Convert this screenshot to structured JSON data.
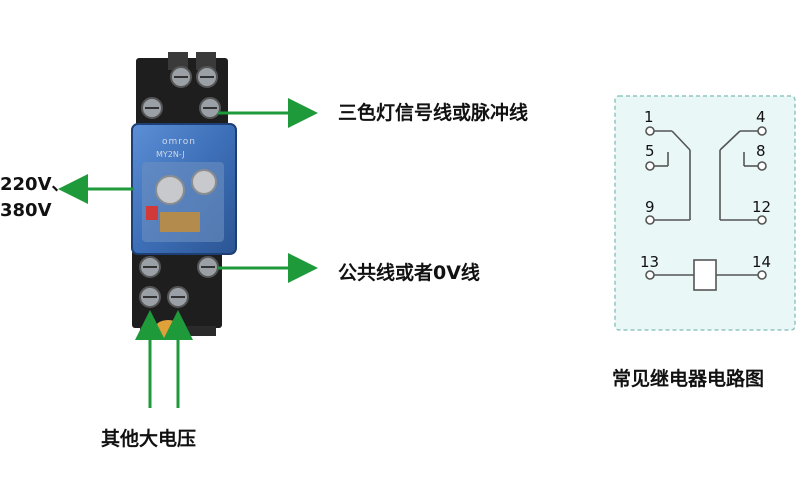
{
  "labels": {
    "signal_line": "三色灯信号线或脉冲线",
    "common_line": "公共线或者0V线",
    "other_voltage": "其他大电压",
    "supply_voltage_1": "220V、",
    "supply_voltage_2": "380V",
    "circuit_caption": "常见继电器电路图"
  },
  "relay": {
    "brand": "omron",
    "model": "MY2N-J"
  },
  "pins": [
    "1",
    "4",
    "5",
    "8",
    "9",
    "12",
    "13",
    "14"
  ],
  "colors": {
    "arrow": "#1f9a3a",
    "relay_body": "#1e1e1e",
    "relay_cover": "#3d6fb8",
    "diagram_bg": "#e9f7f6",
    "diagram_border": "#8fc7c2"
  }
}
